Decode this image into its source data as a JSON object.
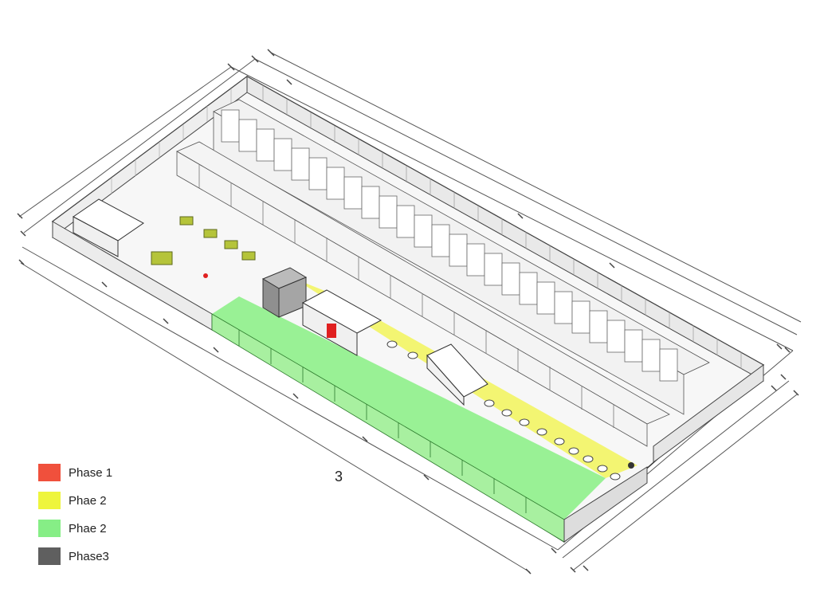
{
  "page_label": "3",
  "legend": [
    {
      "label": "Phase 1",
      "color": "#f0503c"
    },
    {
      "label": "Phae 2",
      "color": "#eef53c"
    },
    {
      "label": "Phae 2",
      "color": "#86ee86"
    },
    {
      "label": "Phase3",
      "color": "#5f5f5f"
    }
  ],
  "zone_colors": {
    "yellow": "#f2f55a",
    "green": "#8ef08a",
    "red": "#e02020"
  }
}
